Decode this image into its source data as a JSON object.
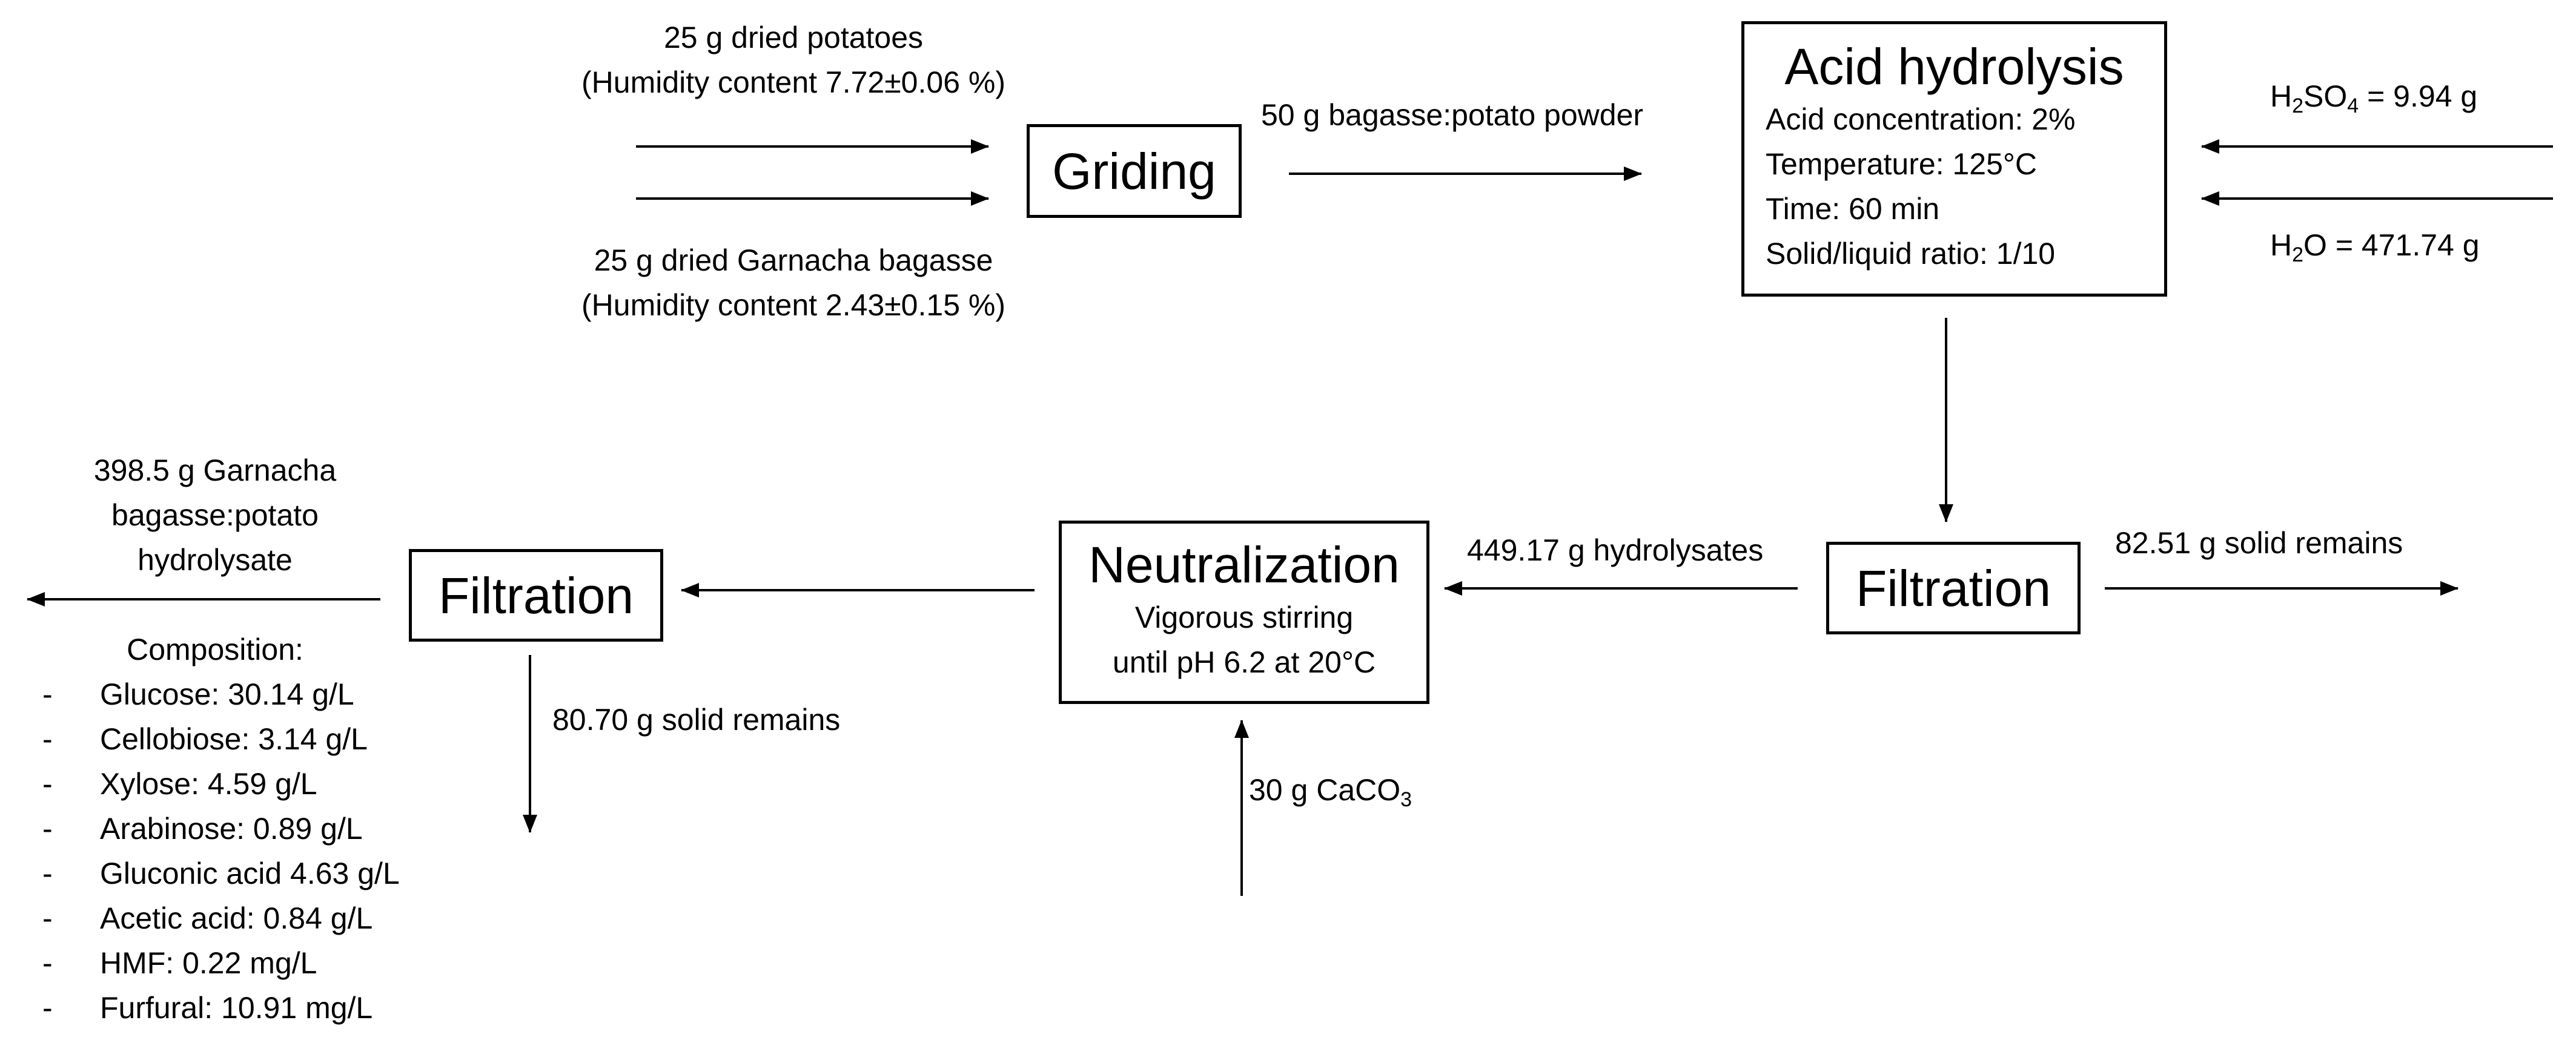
{
  "inputs": {
    "potatoes_line1": "25 g dried potatoes",
    "potatoes_line2": "(Humidity content 7.72±0.06 %)",
    "bagasse_line1": "25 g dried Garnacha bagasse",
    "bagasse_line2": "(Humidity content 2.43±0.15 %)"
  },
  "griding": {
    "title": "Griding"
  },
  "powder_label": "50 g bagasse:potato powder",
  "acid_hydrolysis": {
    "title": "Acid hydrolysis",
    "params": [
      "Acid concentration: 2%",
      "Temperature: 125°C",
      "Time: 60 min",
      "Solid/liquid ratio: 1/10"
    ]
  },
  "h2so4": {
    "h": "H",
    "sub1": "2",
    "so": "SO",
    "sub2": "4",
    "rest": " = 9.94 g"
  },
  "h2o": {
    "h": "H",
    "sub1": "2",
    "o": "O = 471.74 g"
  },
  "filtration_right": {
    "title": "Filtration",
    "solid": "82.51 g solid remains"
  },
  "hydrolysates_label": "449.17 g hydrolysates",
  "neutralization": {
    "title": "Neutralization",
    "line1": "Vigorous stirring",
    "line2": "until pH 6.2 at 20°C"
  },
  "caco3": {
    "pre": "30 g CaCO",
    "sub": "3"
  },
  "filtration_left": {
    "title": "Filtration",
    "solid": "80.70 g solid remains"
  },
  "output": {
    "line1": "398.5 g Garnacha",
    "line2": "bagasse:potato",
    "line3": "hydrolysate"
  },
  "composition": {
    "heading": "Composition:",
    "items": [
      "Glucose: 30.14 g/L",
      "Cellobiose: 3.14 g/L",
      "Xylose: 4.59 g/L",
      "Arabinose: 0.89 g/L",
      "Gluconic acid 4.63 g/L",
      "Acetic acid: 0.84 g/L",
      "HMF: 0.22 mg/L",
      "Furfural: 10.91 mg/L"
    ]
  }
}
